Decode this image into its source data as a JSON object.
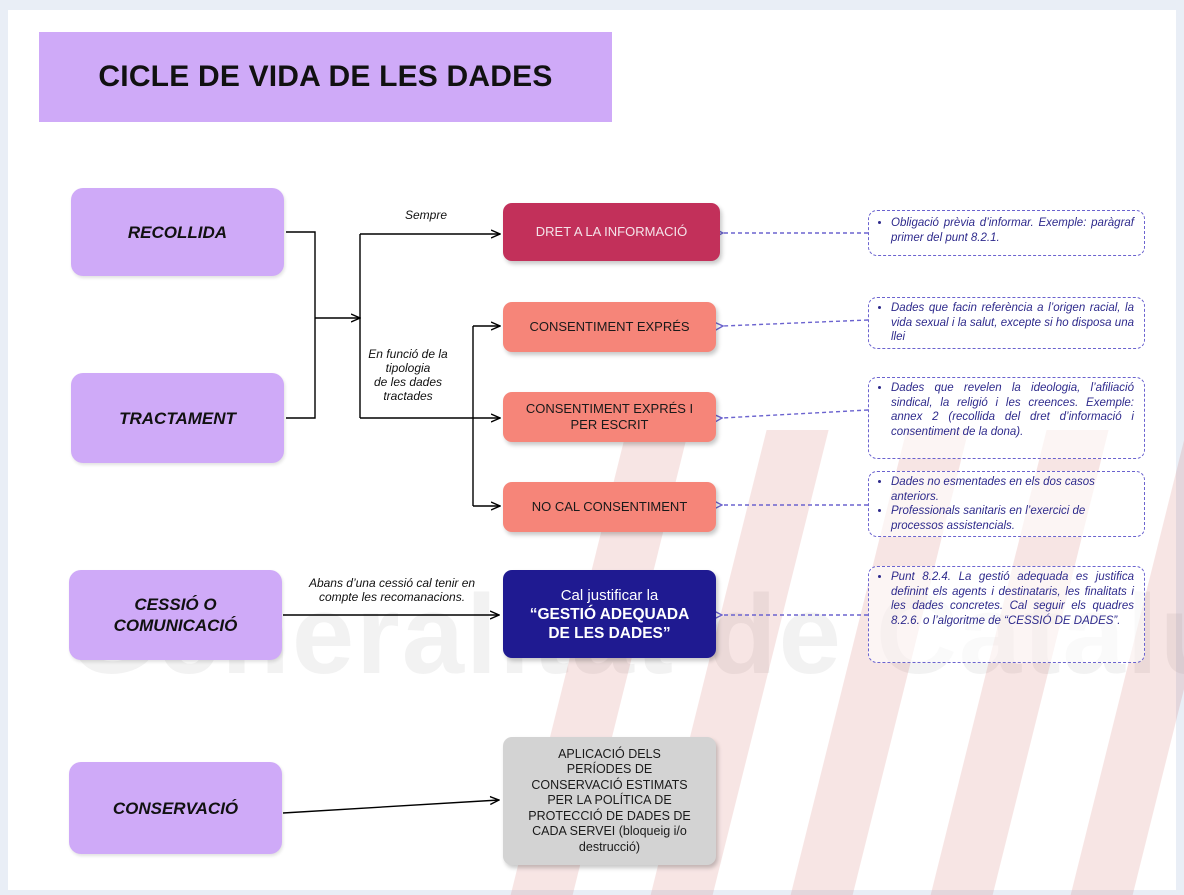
{
  "title": "CICLE DE VIDA DE LES DADES",
  "stages": {
    "recollida": "RECOLLIDA",
    "tractament": "TRACTAMENT",
    "cessio": [
      "CESSIÓ O",
      "COMUNICACIÓ"
    ],
    "conservacio": "CONSERVACIÓ"
  },
  "labels": {
    "sempre": "Sempre",
    "funcio": [
      "En funció de la",
      "tipologia",
      "de les dades",
      "tractades"
    ],
    "abans": [
      "Abans d’una cessió cal tenir en",
      "compte les recomanacions."
    ]
  },
  "actions": {
    "dret": "DRET A LA INFORMACIÓ",
    "consentiment": "CONSENTIMENT EXPRÉS",
    "consentiment_escrit": [
      "CONSENTIMENT EXPRÉS I",
      "PER ESCRIT"
    ],
    "no_cal": "NO CAL CONSENTIMENT",
    "gestio_pre": "Cal justificar la",
    "gestio_bold": [
      "“GESTIÓ ADEQUADA",
      "DE LES DADES”"
    ],
    "aplicacio": [
      "APLICACIÓ DELS",
      "PERÍODES DE",
      "CONSERVACIÓ ESTIMATS",
      "PER LA POLÍTICA DE",
      "PROTECCIÓ DE DADES DE",
      "CADA SERVEI (bloqueig i/o",
      "destrucció)"
    ]
  },
  "notes": {
    "n1": "Obligació prèvia d’informar. Exemple: paràgraf primer del punt 8.2.1.",
    "n2": "Dades que facin referència a l’origen racial, la vida sexual i la salut, excepte si ho disposa una llei",
    "n3": "Dades que revelen la ideologia, l’afiliació sindical, la religió i les creences. Exemple: annex 2 (recollida del dret d’informació i consentiment de la dona).",
    "n4a": "Dades no esmentades en els dos casos anteriors.",
    "n4b": "Professionals sanitaris en l’exercici de processos assistencials.",
    "n5": "Punt 8.2.4. La gestió adequada es justifica definint els agents i destinataris, les finalitats i les dades concretes. Cal seguir els quadres 8.2.6. o l’algoritme de “CESSIÓ DE DADES”."
  },
  "colors": {
    "stage": "#cfaaf8",
    "dret": "#c2305a",
    "consent": "#f68579",
    "gestio": "#1f1a91",
    "aplicacio": "#d3d3d3",
    "note_border": "#6b63cf",
    "note_text": "#2e2a8c"
  }
}
